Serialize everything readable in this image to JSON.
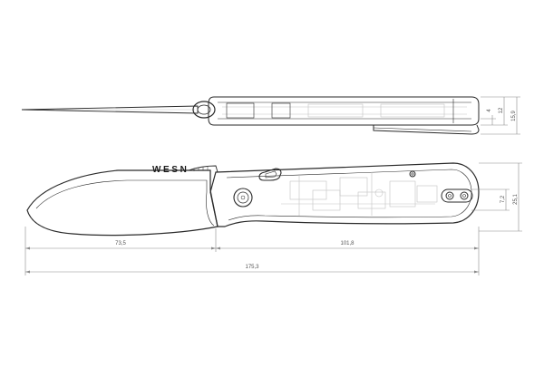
{
  "brand": "WESN",
  "colors": {
    "outline": "#2a2a2a",
    "dimension_line": "#8a8a8a",
    "hidden_detail": "#c2c2c2",
    "background": "#ffffff"
  },
  "dimensions": {
    "blade_length": "73,5",
    "handle_length": "101,8",
    "overall_length": "175,3",
    "handle_height": "25,1",
    "pivot_to_hole": "7,2",
    "clip_offset": "4",
    "body_thickness": "12",
    "overall_thickness": "15,9"
  }
}
